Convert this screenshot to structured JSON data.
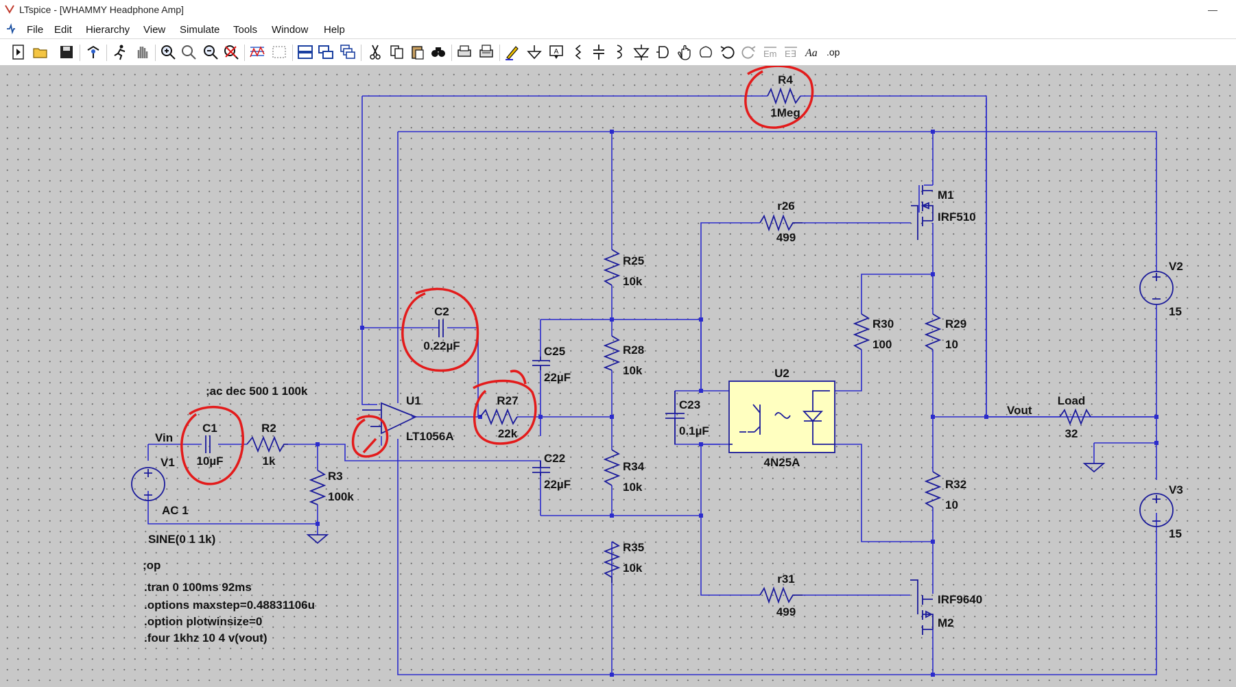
{
  "window": {
    "title": "LTspice - [WHAMMY Headphone Amp]",
    "minimize_label": "—"
  },
  "menu": {
    "items": [
      {
        "label": "File"
      },
      {
        "label": "Edit"
      },
      {
        "label": "Hierarchy"
      },
      {
        "label": "View"
      },
      {
        "label": "Simulate"
      },
      {
        "label": "Tools"
      },
      {
        "label": "Window"
      },
      {
        "label": "Help"
      }
    ]
  },
  "toolbar": {
    "icons": [
      "new-schematic-icon",
      "open-icon",
      "save-icon",
      "control-panel-icon",
      "run-icon",
      "halt-icon",
      "zoom-in-icon",
      "pan-icon",
      "zoom-out-icon",
      "zoom-cancel-icon",
      "autorange-icon",
      "fit-icon",
      "tile-horizontal-icon",
      "tile-vertical-icon",
      "cascade-icon",
      "cut-icon",
      "copy-icon",
      "paste-icon",
      "find-icon",
      "print-icon",
      "print-setup-icon",
      "draw-wire-icon",
      "ground-icon",
      "label-net-icon",
      "resistor-icon",
      "capacitor-icon",
      "inductor-icon",
      "diode-icon",
      "component-icon",
      "move-icon",
      "drag-icon",
      "undo-icon",
      "redo-icon",
      "rotate-icon",
      "mirror-icon",
      "text-icon",
      "spice-directive-icon"
    ],
    "text_icon_label": "Aa",
    "op_icon_label": ".op"
  },
  "schematic": {
    "colors": {
      "wire": "#2b2bcc",
      "annotation": "#e31b1b",
      "opto_fill": "#ffffc0"
    },
    "components": {
      "R4": {
        "name": "R4",
        "value": "1Meg"
      },
      "M1": {
        "name": "M1",
        "value": "IRF510"
      },
      "r26": {
        "name": "r26",
        "value": "499"
      },
      "R25": {
        "name": "R25",
        "value": "10k"
      },
      "V2": {
        "name": "V2",
        "value": "15"
      },
      "C2": {
        "name": "C2",
        "value": "0.22µF"
      },
      "R30": {
        "name": "R30",
        "value": "100"
      },
      "R29": {
        "name": "R29",
        "value": "10"
      },
      "C25": {
        "name": "C25",
        "value": "22µF"
      },
      "R28": {
        "name": "R28",
        "value": "10k"
      },
      "U2": {
        "name": "U2",
        "value": "4N25A"
      },
      "U1": {
        "name": "U1",
        "value": "LT1056A"
      },
      "R27": {
        "name": "R27",
        "value": "22k"
      },
      "C23": {
        "name": "C23",
        "value": "0.1µF"
      },
      "Load": {
        "name": "Load",
        "value": "32"
      },
      "C1": {
        "name": "C1",
        "value": "10µF"
      },
      "R2": {
        "name": "R2",
        "value": "1k"
      },
      "C22": {
        "name": "C22",
        "value": "22µF"
      },
      "R34": {
        "name": "R34",
        "value": "10k"
      },
      "R32": {
        "name": "R32",
        "value": "10"
      },
      "V3": {
        "name": "V3",
        "value": "15"
      },
      "V1": {
        "name": "V1",
        "value": "AC 1",
        "extra": "SINE(0 1 1k)"
      },
      "R3": {
        "name": "R3",
        "value": "100k"
      },
      "R35": {
        "name": "R35",
        "value": "10k"
      },
      "r31": {
        "name": "r31",
        "value": "499"
      },
      "M2": {
        "name": "M2",
        "value": "IRF9640"
      }
    },
    "nets": {
      "vin": "Vin",
      "vout": "Vout"
    },
    "directives": {
      "ac": ";ac dec 500 1 100k",
      "op": ";op",
      "tran": ".tran 0 100ms 92ms",
      "options1": ".options maxstep=0.48831106u",
      "options2": ".option plotwinsize=0",
      "four": ".four 1khz 10 4 v(vout)"
    }
  }
}
